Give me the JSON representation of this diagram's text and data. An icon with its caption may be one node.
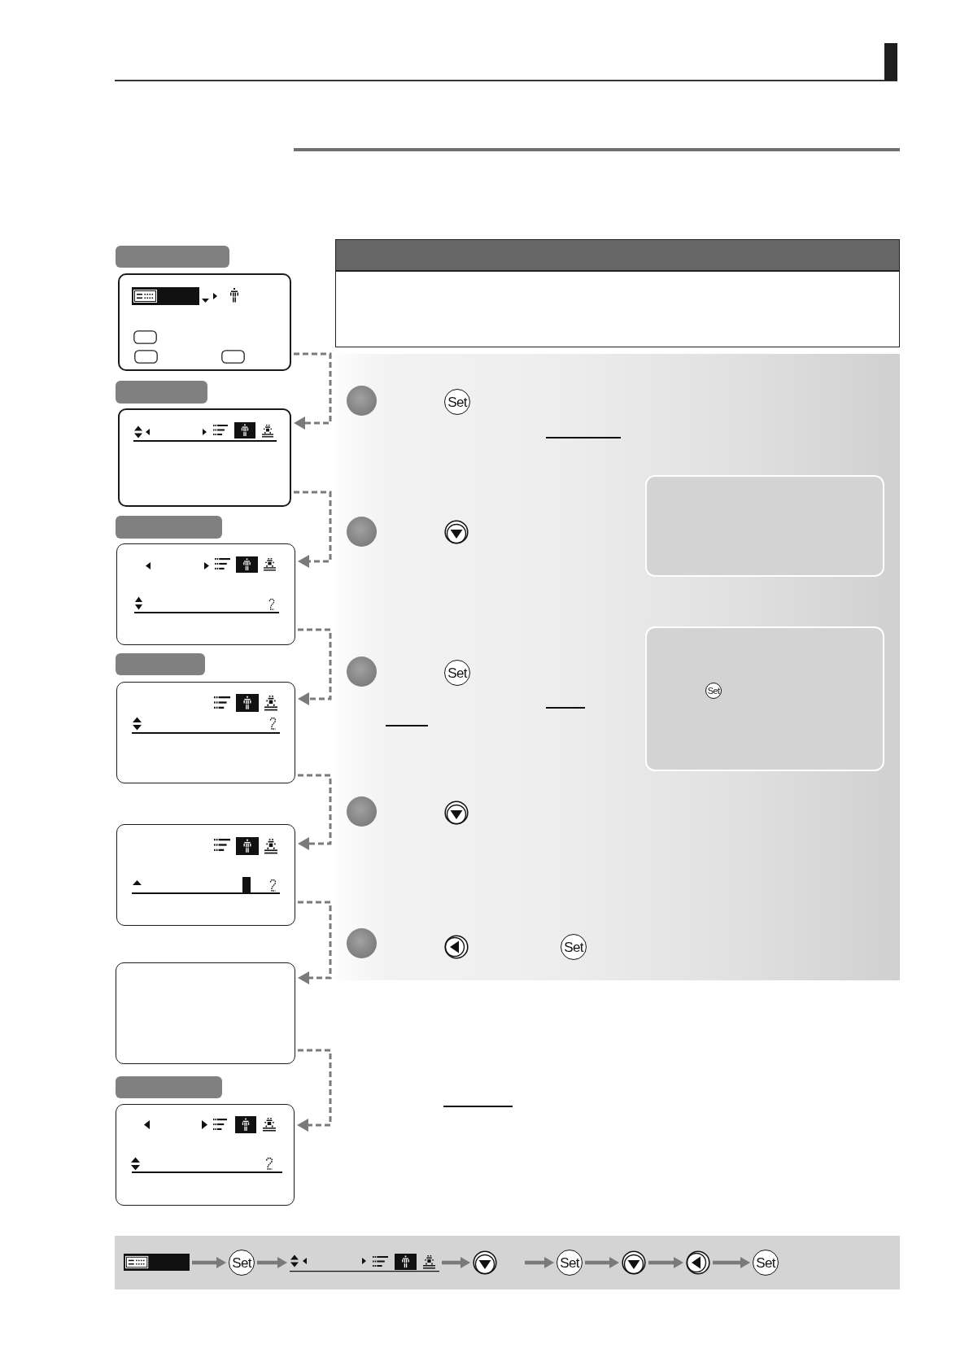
{
  "diagram": {
    "nodes": [
      {
        "text": [],
        "shape": "box"
      },
      {
        "text": [],
        "shape": "box"
      },
      {
        "text": [],
        "shape": "box"
      },
      {
        "text": [],
        "shape": "box"
      },
      {
        "text": [],
        "shape": "box"
      },
      {
        "text": [],
        "shape": "box"
      },
      {
        "text": [],
        "shape": "box"
      },
      {
        "text": [],
        "shape": "box"
      },
      {
        "text": [],
        "shape": "box"
      },
      {
        "text": [],
        "shape": "box"
      },
      {
        "text": [],
        "shape": "box"
      },
      {
        "text": [],
        "shape": "box"
      },
      {
        "text": [
          "Set"
        ]
      },
      {
        "text": [],
        "shape": "circle"
      },
      {
        "text": [
          "Set"
        ]
      },
      {
        "text": [
          "Set"
        ]
      },
      {
        "text": [],
        "shape": "circle"
      },
      {
        "text": [],
        "shape": "circle"
      },
      {
        "text": [
          "Set"
        ]
      },
      {
        "text": [],
        "shape": "bar"
      },
      {
        "text": [
          "Set"
        ]
      },
      {
        "text": [],
        "shape": "picture"
      },
      {
        "text": [],
        "shape": "circle"
      },
      {
        "text": [
          "Set"
        ]
      },
      {
        "text": [],
        "shape": "circle"
      },
      {
        "text": [],
        "shape": "circle"
      },
      {
        "text": [
          "Set"
        ]
      }
    ],
    "edges": [
      {
        "from": 1,
        "to": 3,
        "arrow": "to",
        "style": "dashed"
      },
      {
        "from": 3,
        "to": 5,
        "arrow": "to",
        "style": "dashed"
      },
      {
        "from": 5,
        "to": 7,
        "arrow": "to",
        "style": "dashed"
      },
      {
        "from": 7,
        "to": 8,
        "arrow": "to",
        "style": "dashed"
      },
      {
        "from": 8,
        "to": 9,
        "arrow": "to",
        "style": "dashed"
      },
      {
        "from": 9,
        "to": 11,
        "arrow": "to",
        "style": "dashed"
      },
      {
        "from": 19,
        "to": 20,
        "arrow": "to"
      },
      {
        "from": 20,
        "to": 21,
        "arrow": "to"
      },
      {
        "from": 21,
        "to": 22,
        "arrow": "to"
      },
      {
        "from": null,
        "to": 23,
        "arrow": "to"
      },
      {
        "from": 23,
        "to": 24,
        "arrow": "to"
      },
      {
        "from": 24,
        "to": 25,
        "arrow": "to"
      },
      {
        "from": 25,
        "to": 26,
        "arrow": "to"
      }
    ]
  }
}
